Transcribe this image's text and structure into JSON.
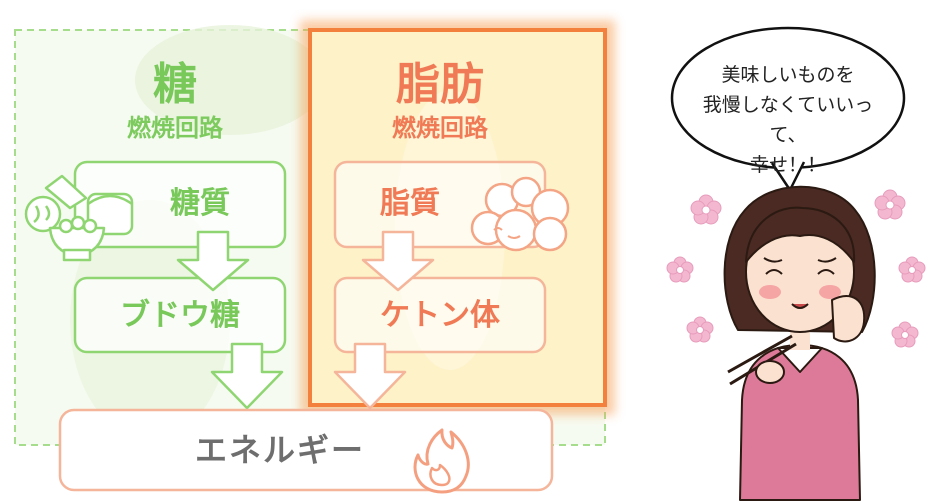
{
  "sugar_pathway": {
    "title": "糖",
    "subtitle": "燃焼回路",
    "nodes": [
      "糖質",
      "ブドウ糖"
    ]
  },
  "fat_pathway": {
    "title": "脂肪",
    "subtitle": "燃焼回路",
    "nodes": [
      "脂質",
      "ケトン体"
    ]
  },
  "output": {
    "label": "エネルギー"
  },
  "speech_bubble": {
    "lines": [
      "美味しいものを",
      "我慢しなくていいって、",
      "幸せ！！"
    ]
  },
  "colors": {
    "sugar_text": "#78c85a",
    "sugar_border": "#8fd672",
    "fat_text": "#f07a55",
    "fat_border": "#f47f3f",
    "fat_background": "#fdf0c0",
    "energy_text": "#6e6e6e"
  },
  "icons": [
    "food-icon",
    "fat-cloud-icon",
    "flame-icon",
    "sparkle-flower-icon",
    "woman-eating-icon"
  ]
}
